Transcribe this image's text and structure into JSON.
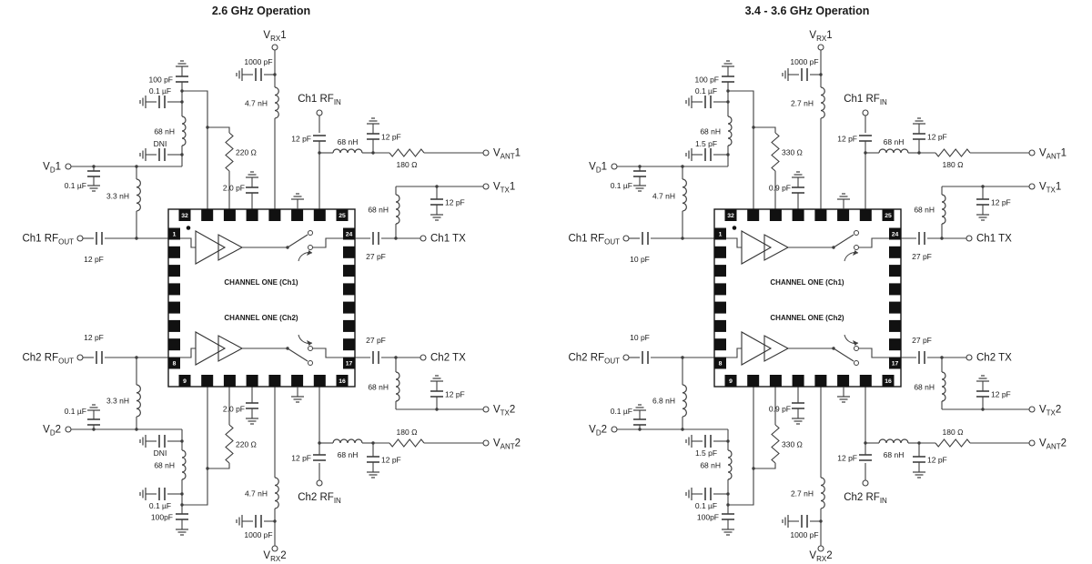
{
  "panels": [
    {
      "title": "2.6 GHz Operation",
      "chip": {
        "ch1_label": "CHANNEL ONE (Ch1)",
        "ch2_label": "CHANNEL ONE (Ch2)",
        "pins": {
          "p32": "32",
          "p25": "25",
          "p1": "1",
          "p24": "24",
          "p8": "8",
          "p17": "17",
          "p9": "9",
          "p16": "16"
        }
      },
      "h1": {
        "terminals": {
          "vd": {
            "pre": "V",
            "sub": "D",
            "post": "1"
          },
          "rfout": {
            "pre": "Ch1 RF",
            "sub": "OUT",
            "post": ""
          },
          "vrx": {
            "pre": "V",
            "sub": "RX",
            "post": "1"
          },
          "rfin": {
            "pre": "Ch1 RF",
            "sub": "IN",
            "post": ""
          },
          "vant": {
            "pre": "V",
            "sub": "ANT",
            "post": "1"
          },
          "vtx": {
            "pre": "V",
            "sub": "TX",
            "post": "1"
          },
          "tx": {
            "pre": "Ch1 TX",
            "sub": "",
            "post": ""
          }
        },
        "values": {
          "bypass": "100 pF",
          "decouple": "0.1 µF",
          "choke": "68 nH",
          "dni": "DNI",
          "vd_cap": "0.1 µF",
          "bias_ind": "3.3 nH",
          "bias_res": "220 Ω",
          "fb_cap": "2.0 pF",
          "vrx_cap": "1000 pF",
          "vrx_ind": "4.7 nH",
          "rfin_cap": "12 pF",
          "ant_ind": "68 nH",
          "ant_cap": "12 pF",
          "ant_res": "180 Ω",
          "vtx_cap": "12 pF",
          "tx_ind": "68 nH",
          "tx_cap": "27 pF",
          "rfout_cap": "12 pF"
        }
      },
      "h2": {
        "terminals": {
          "vd": {
            "pre": "V",
            "sub": "D",
            "post": "2"
          },
          "rfout": {
            "pre": "Ch2 RF",
            "sub": "OUT",
            "post": ""
          },
          "vrx": {
            "pre": "V",
            "sub": "RX",
            "post": "2"
          },
          "rfin": {
            "pre": "Ch2 RF",
            "sub": "IN",
            "post": ""
          },
          "vant": {
            "pre": "V",
            "sub": "ANT",
            "post": "2"
          },
          "vtx": {
            "pre": "V",
            "sub": "TX",
            "post": "2"
          },
          "tx": {
            "pre": "Ch2 TX",
            "sub": "",
            "post": ""
          }
        },
        "values": {
          "bypass": "100pF",
          "decouple": "0.1 µF",
          "choke": "68 nH",
          "dni": "DNI",
          "vd_cap": "0.1 µF",
          "bias_ind": "3.3 nH",
          "bias_res": "220 Ω",
          "fb_cap": "2.0 pF",
          "vrx_cap": "1000 pF",
          "vrx_ind": "4.7 nH",
          "rfin_cap": "12 pF",
          "ant_ind": "68 nH",
          "ant_cap": "12 pF",
          "ant_res": "180 Ω",
          "vtx_cap": "12 pF",
          "tx_ind": "68 nH",
          "tx_cap": "27 pF",
          "rfout_cap": "12 pF"
        }
      }
    },
    {
      "title": "3.4 - 3.6 GHz Operation",
      "chip": {
        "ch1_label": "CHANNEL ONE (Ch1)",
        "ch2_label": "CHANNEL ONE (Ch2)",
        "pins": {
          "p32": "32",
          "p25": "25",
          "p1": "1",
          "p24": "24",
          "p8": "8",
          "p17": "17",
          "p9": "9",
          "p16": "16"
        }
      },
      "h1": {
        "terminals": {
          "vd": {
            "pre": "V",
            "sub": "D",
            "post": "1"
          },
          "rfout": {
            "pre": "Ch1 RF",
            "sub": "OUT",
            "post": ""
          },
          "vrx": {
            "pre": "V",
            "sub": "RX",
            "post": "1"
          },
          "rfin": {
            "pre": "Ch1 RF",
            "sub": "IN",
            "post": ""
          },
          "vant": {
            "pre": "V",
            "sub": "ANT",
            "post": "1"
          },
          "vtx": {
            "pre": "V",
            "sub": "TX",
            "post": "1"
          },
          "tx": {
            "pre": "Ch1 TX",
            "sub": "",
            "post": ""
          }
        },
        "values": {
          "bypass": "100 pF",
          "decouple": "0.1 µF",
          "choke": "68 nH",
          "dni": "1.5 pF",
          "vd_cap": "0.1 µF",
          "bias_ind": "4.7 nH",
          "bias_res": "330 Ω",
          "fb_cap": "0.9 pF",
          "vrx_cap": "1000 pF",
          "vrx_ind": "2.7 nH",
          "rfin_cap": "12 pF",
          "ant_ind": "68 nH",
          "ant_cap": "12 pF",
          "ant_res": "180 Ω",
          "vtx_cap": "12 pF",
          "tx_ind": "68 nH",
          "tx_cap": "27 pF",
          "rfout_cap": "10 pF"
        }
      },
      "h2": {
        "terminals": {
          "vd": {
            "pre": "V",
            "sub": "D",
            "post": "2"
          },
          "rfout": {
            "pre": "Ch2 RF",
            "sub": "OUT",
            "post": ""
          },
          "vrx": {
            "pre": "V",
            "sub": "RX",
            "post": "2"
          },
          "rfin": {
            "pre": "Ch2 RF",
            "sub": "IN",
            "post": ""
          },
          "vant": {
            "pre": "V",
            "sub": "ANT",
            "post": "2"
          },
          "vtx": {
            "pre": "V",
            "sub": "TX",
            "post": "2"
          },
          "tx": {
            "pre": "Ch2 TX",
            "sub": "",
            "post": ""
          }
        },
        "values": {
          "bypass": "100pF",
          "decouple": "0.1 µF",
          "choke": "68 nH",
          "dni": "1.5 pF",
          "vd_cap": "0.1 µF",
          "bias_ind": "6.8 nH",
          "bias_res": "330 Ω",
          "fb_cap": "0.9 pF",
          "vrx_cap": "1000 pF",
          "vrx_ind": "2.7 nH",
          "rfin_cap": "12 pF",
          "ant_ind": "68 nH",
          "ant_cap": "12 pF",
          "ant_res": "180 Ω",
          "vtx_cap": "12 pF",
          "tx_ind": "68 nH",
          "tx_cap": "27 pF",
          "rfout_cap": "10 pF"
        }
      }
    }
  ]
}
